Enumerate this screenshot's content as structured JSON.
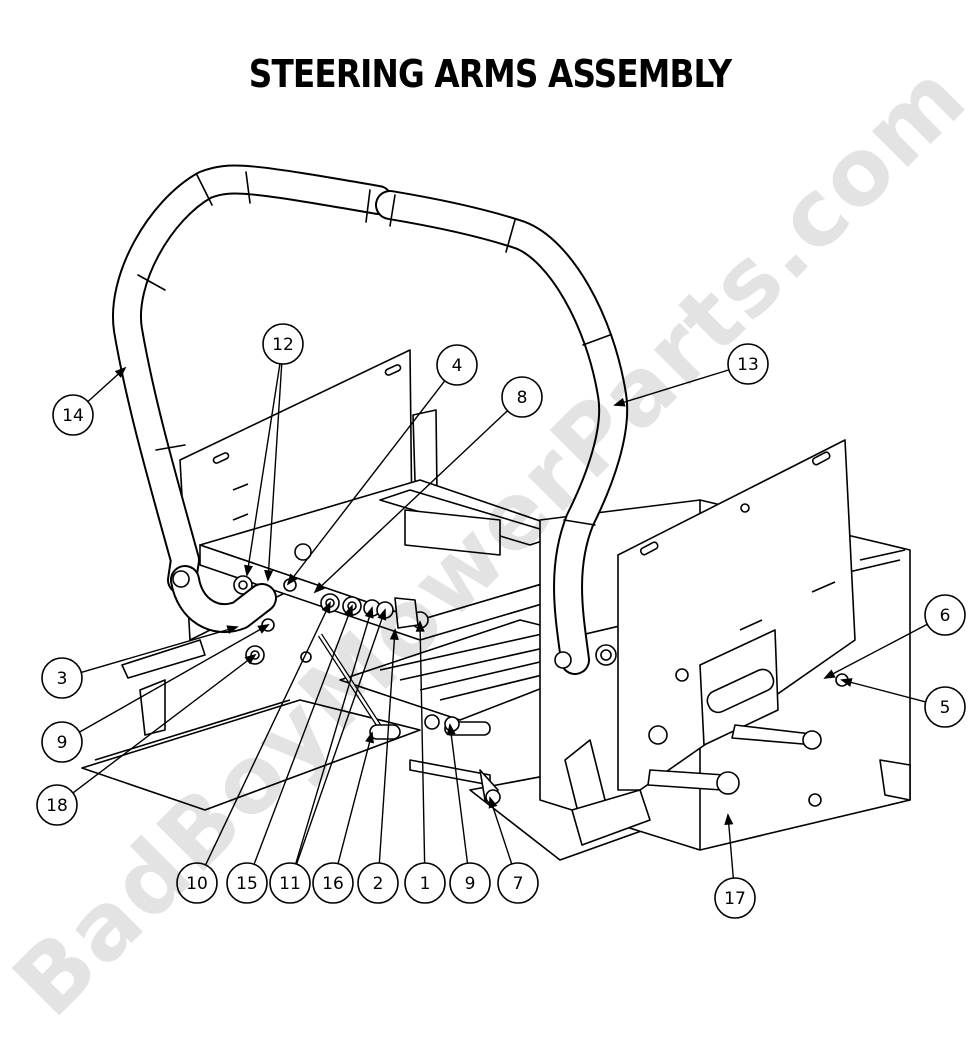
{
  "title": "STEERING ARMS ASSEMBLY",
  "watermark": "BadBoyMowerParts.com",
  "callouts": [
    "1",
    "2",
    "3",
    "4",
    "5",
    "6",
    "7",
    "8",
    "9",
    "10",
    "11",
    "12",
    "13",
    "14",
    "15",
    "16",
    "17",
    "18"
  ],
  "colors": {
    "line": "#000000",
    "background": "#ffffff",
    "watermark": "#d9d9d9"
  }
}
